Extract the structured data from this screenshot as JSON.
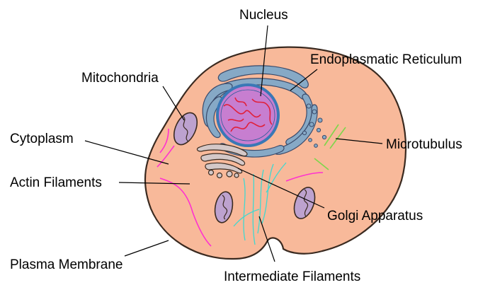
{
  "labels": {
    "nucleus": "Nucleus",
    "er": "Endoplasmatic Reticulum",
    "mitochondria": "Mitochondria",
    "cytoplasm": "Cytoplasm",
    "microtubulus": "Microtubulus",
    "actin": "Actin Filaments",
    "golgi": "Golgi Apparatus",
    "plasma_membrane": "Plasma Membrane",
    "intermediate": "Intermediate Filaments"
  },
  "colors": {
    "cytoplasm_fill": "#f8b99a",
    "membrane": "#3a2a20",
    "nucleus_fill": "#c77ed0",
    "nucleus_ring": "#3a78b6",
    "er_fill": "#86a9c6",
    "mito_fill": "#bda2cf",
    "golgi_fill": "#d4c8c8",
    "chromatin": "#e0203a",
    "actin": "#ff30d0",
    "microtubule": "#7ed64a",
    "intermediate": "#40d8d0"
  }
}
